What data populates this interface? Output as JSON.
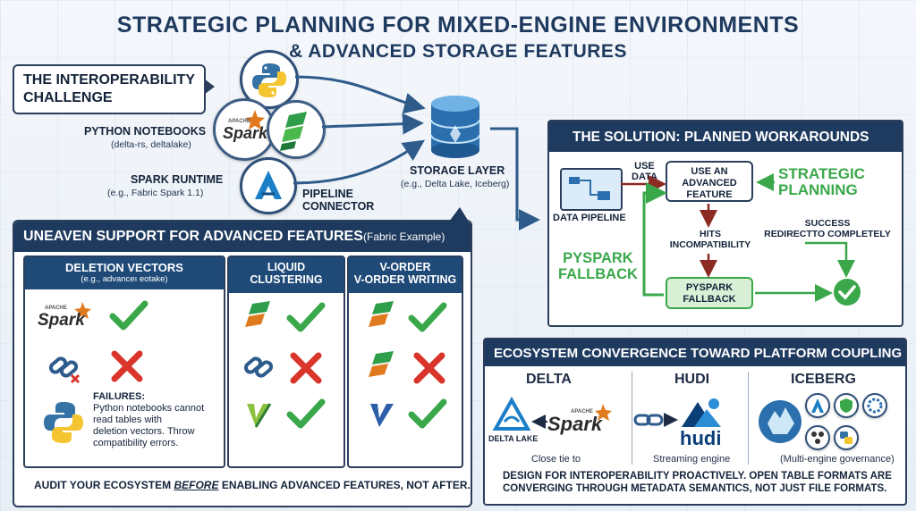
{
  "title": {
    "line1": "STRATEGIC PLANNING FOR MIXED-ENGINE ENVIRONMENTS",
    "line2": "& ADVANCED STORAGE FEATURES"
  },
  "challenge": {
    "label": "THE INTEROPERABILITY CHALLENGE",
    "python_notebooks": "PYTHON NOTEBOOKS",
    "python_notebooks_sub": "(delta-rs, deltalake)",
    "spark_runtime": "SPARK RUNTIME",
    "spark_runtime_sub": "(e.g., Fabric Spark 1.1)",
    "pipeline_connector": "PIPELINE CONNECTOR",
    "storage_layer": "STORAGE LAYER",
    "storage_layer_sub": "(e.g., Delta Lake, Iceberg)",
    "spark_logo_top": "APACHE",
    "spark_logo": "Spark"
  },
  "uneven": {
    "header": "UNEAVEN SUPPORT FOR ADVANCED FEATURES",
    "header_sub": "(Fabric Example)",
    "col1_title": "DELETION VECTORS",
    "col1_sub": "(e.g., advanceı eotake)",
    "col2_title_1": "LIQUID",
    "col2_title_2": "CLUSTERING",
    "col3_title_1": "V-ORDER",
    "col3_title_2": "V-ORDER WRITING",
    "failures_title": "FAILURES:",
    "failures_text_1": "Python notebooks cannot",
    "failures_text_2": "read tables with",
    "failures_text_3": "deletion vectors. Throw",
    "failures_text_4": "compatibility errors.",
    "footer_a": "AUDIT YOUR ECOSYSTEM ",
    "footer_b": "BEFORE",
    "footer_c": " ENABLING ADVANCED FEATURES, NOT AFTER.",
    "spark_logo_top": "APACHE",
    "spark_logo": "Spark"
  },
  "solution": {
    "header": "THE SOLUTION: PLANNED WORKAROUNDS",
    "data_pipeline": "DATA PIPELINE",
    "use_data_1": "USE",
    "use_data_2": "DATA",
    "use_adv_1": "USE AN",
    "use_adv_2": "ADVANCED",
    "use_adv_3": "FEATURE",
    "strategic_1": "STRATEGIC",
    "strategic_2": "PLANNING",
    "hits_1": "HITS",
    "hits_2": "INCOMPATIBILITY",
    "success_1": "SUCCESS",
    "success_2": "REDIRECTTO COMPLETELY",
    "pyspark_fb_1": "PYSPARK",
    "pyspark_fb_2": "FALLBACK",
    "pyspark_box_1": "PYSPARK",
    "pyspark_box_2": "FALLBACK"
  },
  "ecosystem": {
    "header": "ECOSYSTEM CONVERGENCE TOWARD PLATFORM COUPLING",
    "delta": "DELTA",
    "hudi": "HUDI",
    "iceberg": "ICEBERG",
    "delta_lake_logo": "DELTA LAKE",
    "spark_logo": "Spark",
    "spark_logo_top": "APACHE",
    "hudi_logo": "hudi",
    "close_tie": "Close tie to",
    "streaming": "Streaming engine",
    "multi": "(Multi-engine governance)",
    "footer_1": "DESIGN FOR INTEROPERABILITY PROACTIVELY. OPEN TABLE FORMATS ARE",
    "footer_2": "CONVERGING THROUGH METADATA SEMANTICS, NOT JUST FILE FORMATS."
  },
  "colors": {
    "navy": "#1f3a5f",
    "green": "#3aa84a",
    "red": "#d9352b",
    "dark_red": "#8b2a22",
    "orange": "#e07a1f",
    "python_blue": "#3572a5",
    "python_yellow": "#f4c531"
  },
  "icons": [
    "python-icon",
    "spark-icon",
    "fabric-icon",
    "azure-pipeline-icon",
    "database-icon",
    "check-icon",
    "cross-icon",
    "broken-link-icon",
    "flow-icon",
    "delta-lake-icon",
    "hudi-icon",
    "iceberg-icon"
  ]
}
